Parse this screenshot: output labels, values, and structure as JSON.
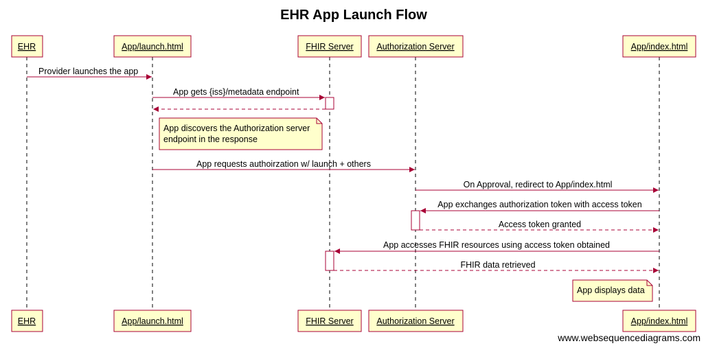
{
  "title": "EHR App Launch Flow",
  "watermark": "www.websequencediagrams.com",
  "colors": {
    "box_fill": "#ffffcc",
    "box_border": "#a80036",
    "arrow": "#a80036",
    "lifeline": "#000000",
    "note_fill": "#ffffcc",
    "note_border": "#a80036"
  },
  "participants": [
    {
      "id": "ehr",
      "label": "EHR"
    },
    {
      "id": "launch",
      "label": "App/launch.html"
    },
    {
      "id": "fhir",
      "label": "FHIR Server"
    },
    {
      "id": "auth",
      "label": "Authorization Server "
    },
    {
      "id": "index",
      "label": "App/index.html"
    }
  ],
  "messages": [
    {
      "from": "ehr",
      "to": "launch",
      "label": "Provider launches the app",
      "style": "solid"
    },
    {
      "from": "launch",
      "to": "fhir",
      "label": "App gets {iss}/metadata endpoint",
      "style": "solid"
    },
    {
      "from": "fhir",
      "to": "launch",
      "label": "",
      "style": "dashed"
    },
    {
      "from": "launch",
      "to": "auth",
      "label": "App requests authoirzation w/ launch + others",
      "style": "solid"
    },
    {
      "from": "auth",
      "to": "index",
      "label": "On Approval, redirect to App/index.html",
      "style": "solid"
    },
    {
      "from": "index",
      "to": "auth",
      "label": "App exchanges authorization token with access token",
      "style": "solid"
    },
    {
      "from": "auth",
      "to": "index",
      "label": "Access token granted",
      "style": "dashed"
    },
    {
      "from": "index",
      "to": "fhir",
      "label": "App accesses FHIR resources using access token obtained",
      "style": "solid"
    },
    {
      "from": "fhir",
      "to": "index",
      "label": "FHIR data retrieved",
      "style": "dashed"
    }
  ],
  "notes": [
    {
      "lines": [
        "App discovers the Authorization server",
        "endpoint in the response"
      ]
    },
    {
      "lines": [
        "App displays data"
      ]
    }
  ]
}
